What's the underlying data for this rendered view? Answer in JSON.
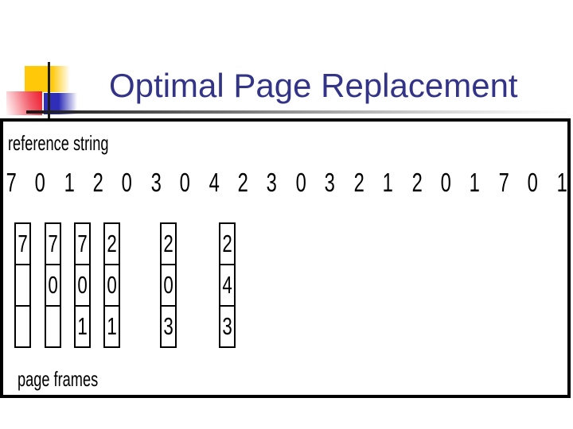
{
  "slide": {
    "title": "Optimal Page Replacement"
  },
  "diagram": {
    "reference_label": "reference string",
    "frames_label": "page frames",
    "reference_string": [
      "7",
      "0",
      "1",
      "2",
      "0",
      "3",
      "0",
      "4",
      "2",
      "3",
      "0",
      "3",
      "2",
      "1",
      "2",
      "0",
      "1",
      "7",
      "0",
      "1"
    ],
    "frame_columns": [
      {
        "cells": [
          "7",
          "",
          ""
        ]
      },
      {
        "cells": [
          "7",
          "0",
          ""
        ]
      },
      {
        "cells": [
          "7",
          "0",
          "1"
        ]
      },
      {
        "cells": [
          "2",
          "0",
          "1"
        ]
      },
      {
        "cells": [
          "2",
          "0",
          "3"
        ]
      },
      {
        "cells": [
          "2",
          "4",
          "3"
        ]
      }
    ]
  },
  "colors": {
    "title_text": "#333488",
    "logo_yellow": "#ffc808",
    "logo_red": "#ee1c2e",
    "logo_blue": "#2e2eb8",
    "diagram_border": "#000000",
    "text": "#000000"
  }
}
